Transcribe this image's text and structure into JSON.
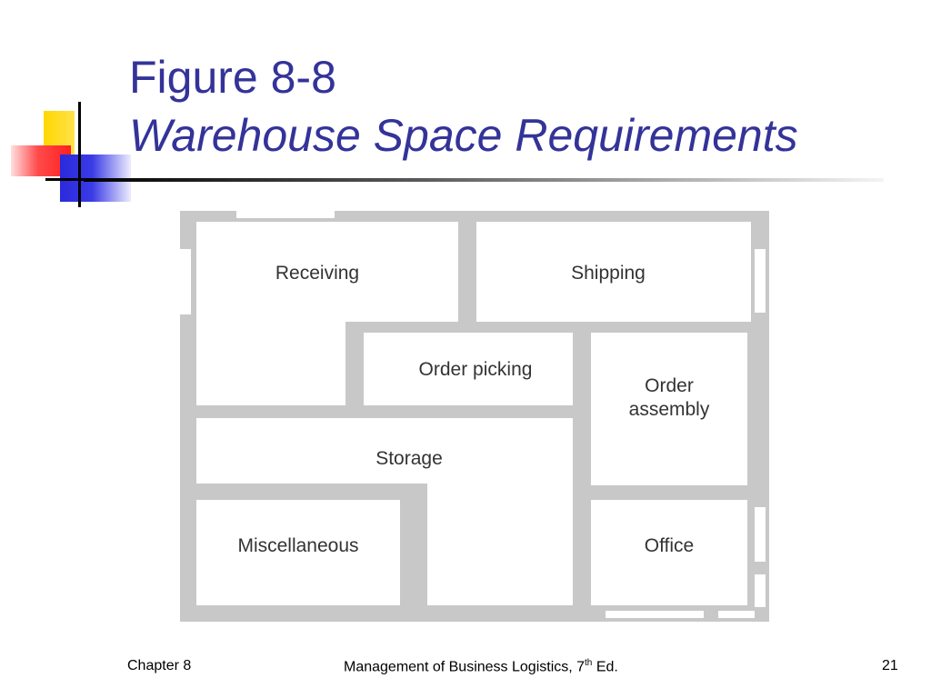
{
  "title": {
    "line1": "Figure 8-8",
    "line2": "Warehouse Space Requirements"
  },
  "colors": {
    "title": "#333399",
    "wall": "#c8c8c8",
    "room": "#ffffff",
    "logo_yellow": "#ffd700",
    "logo_red": "#ff2020",
    "logo_blue": "#2a2adc"
  },
  "floor_plan": {
    "rooms": {
      "receiving": "Receiving",
      "shipping": "Shipping",
      "order_picking": "Order picking",
      "order_assembly_line1": "Order",
      "order_assembly_line2": "assembly",
      "storage": "Storage",
      "miscellaneous": "Miscellaneous",
      "office": "Office"
    }
  },
  "footer": {
    "chapter": "Chapter 8",
    "book_title_prefix": "Management of Business Logistics, 7",
    "edition_superscript": "th",
    "book_title_suffix": " Ed.",
    "page_number": "21"
  }
}
